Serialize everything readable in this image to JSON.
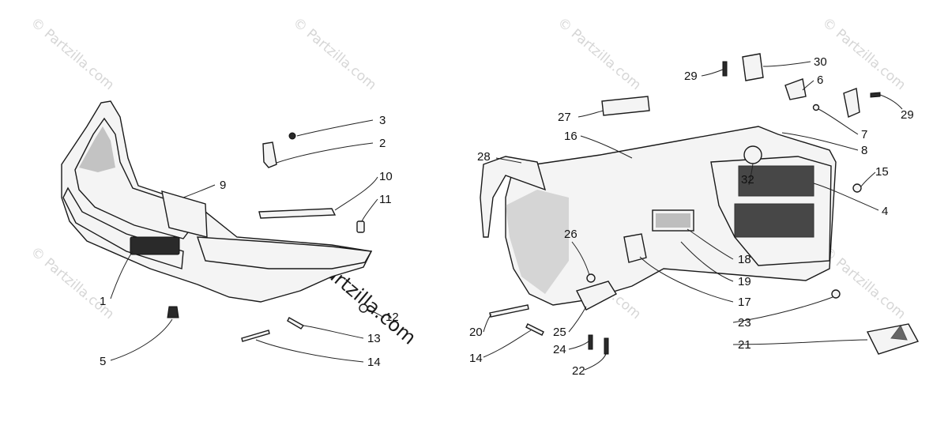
{
  "watermark": {
    "small_text": "© Partzilla.com",
    "center_text": "© Partzilla.com"
  },
  "colors": {
    "ink": "#111111",
    "watermark": "#c9c9c9",
    "background": "#ffffff"
  },
  "left_assembly": {
    "callouts": [
      "1",
      "2",
      "3",
      "5",
      "9",
      "10",
      "11",
      "12",
      "13",
      "14"
    ]
  },
  "right_assembly": {
    "callouts": [
      "4",
      "6",
      "7",
      "8",
      "14",
      "15",
      "16",
      "17",
      "18",
      "19",
      "20",
      "21",
      "22",
      "23",
      "24",
      "25",
      "26",
      "27",
      "28",
      "29",
      "29",
      "30",
      "32"
    ]
  }
}
